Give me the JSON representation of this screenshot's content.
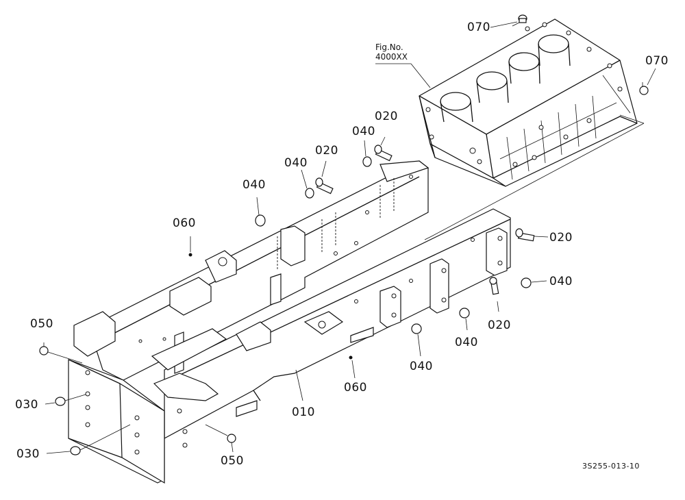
{
  "figure_reference": {
    "line1": "Fig.No.",
    "line2": "4000XX"
  },
  "drawing_code": "3S255-013-10",
  "part_labels": {
    "p010": "010",
    "p020a": "020",
    "p020b": "020",
    "p020c": "020",
    "p020d": "020",
    "p030a": "030",
    "p030b": "030",
    "p040a": "040",
    "p040b": "040",
    "p040c": "040",
    "p040d": "040",
    "p040e": "040",
    "p040f": "040",
    "p050a": "050",
    "p050b": "050",
    "p060a": "060",
    "p060b": "060",
    "p070a": "070",
    "p070b": "070"
  }
}
